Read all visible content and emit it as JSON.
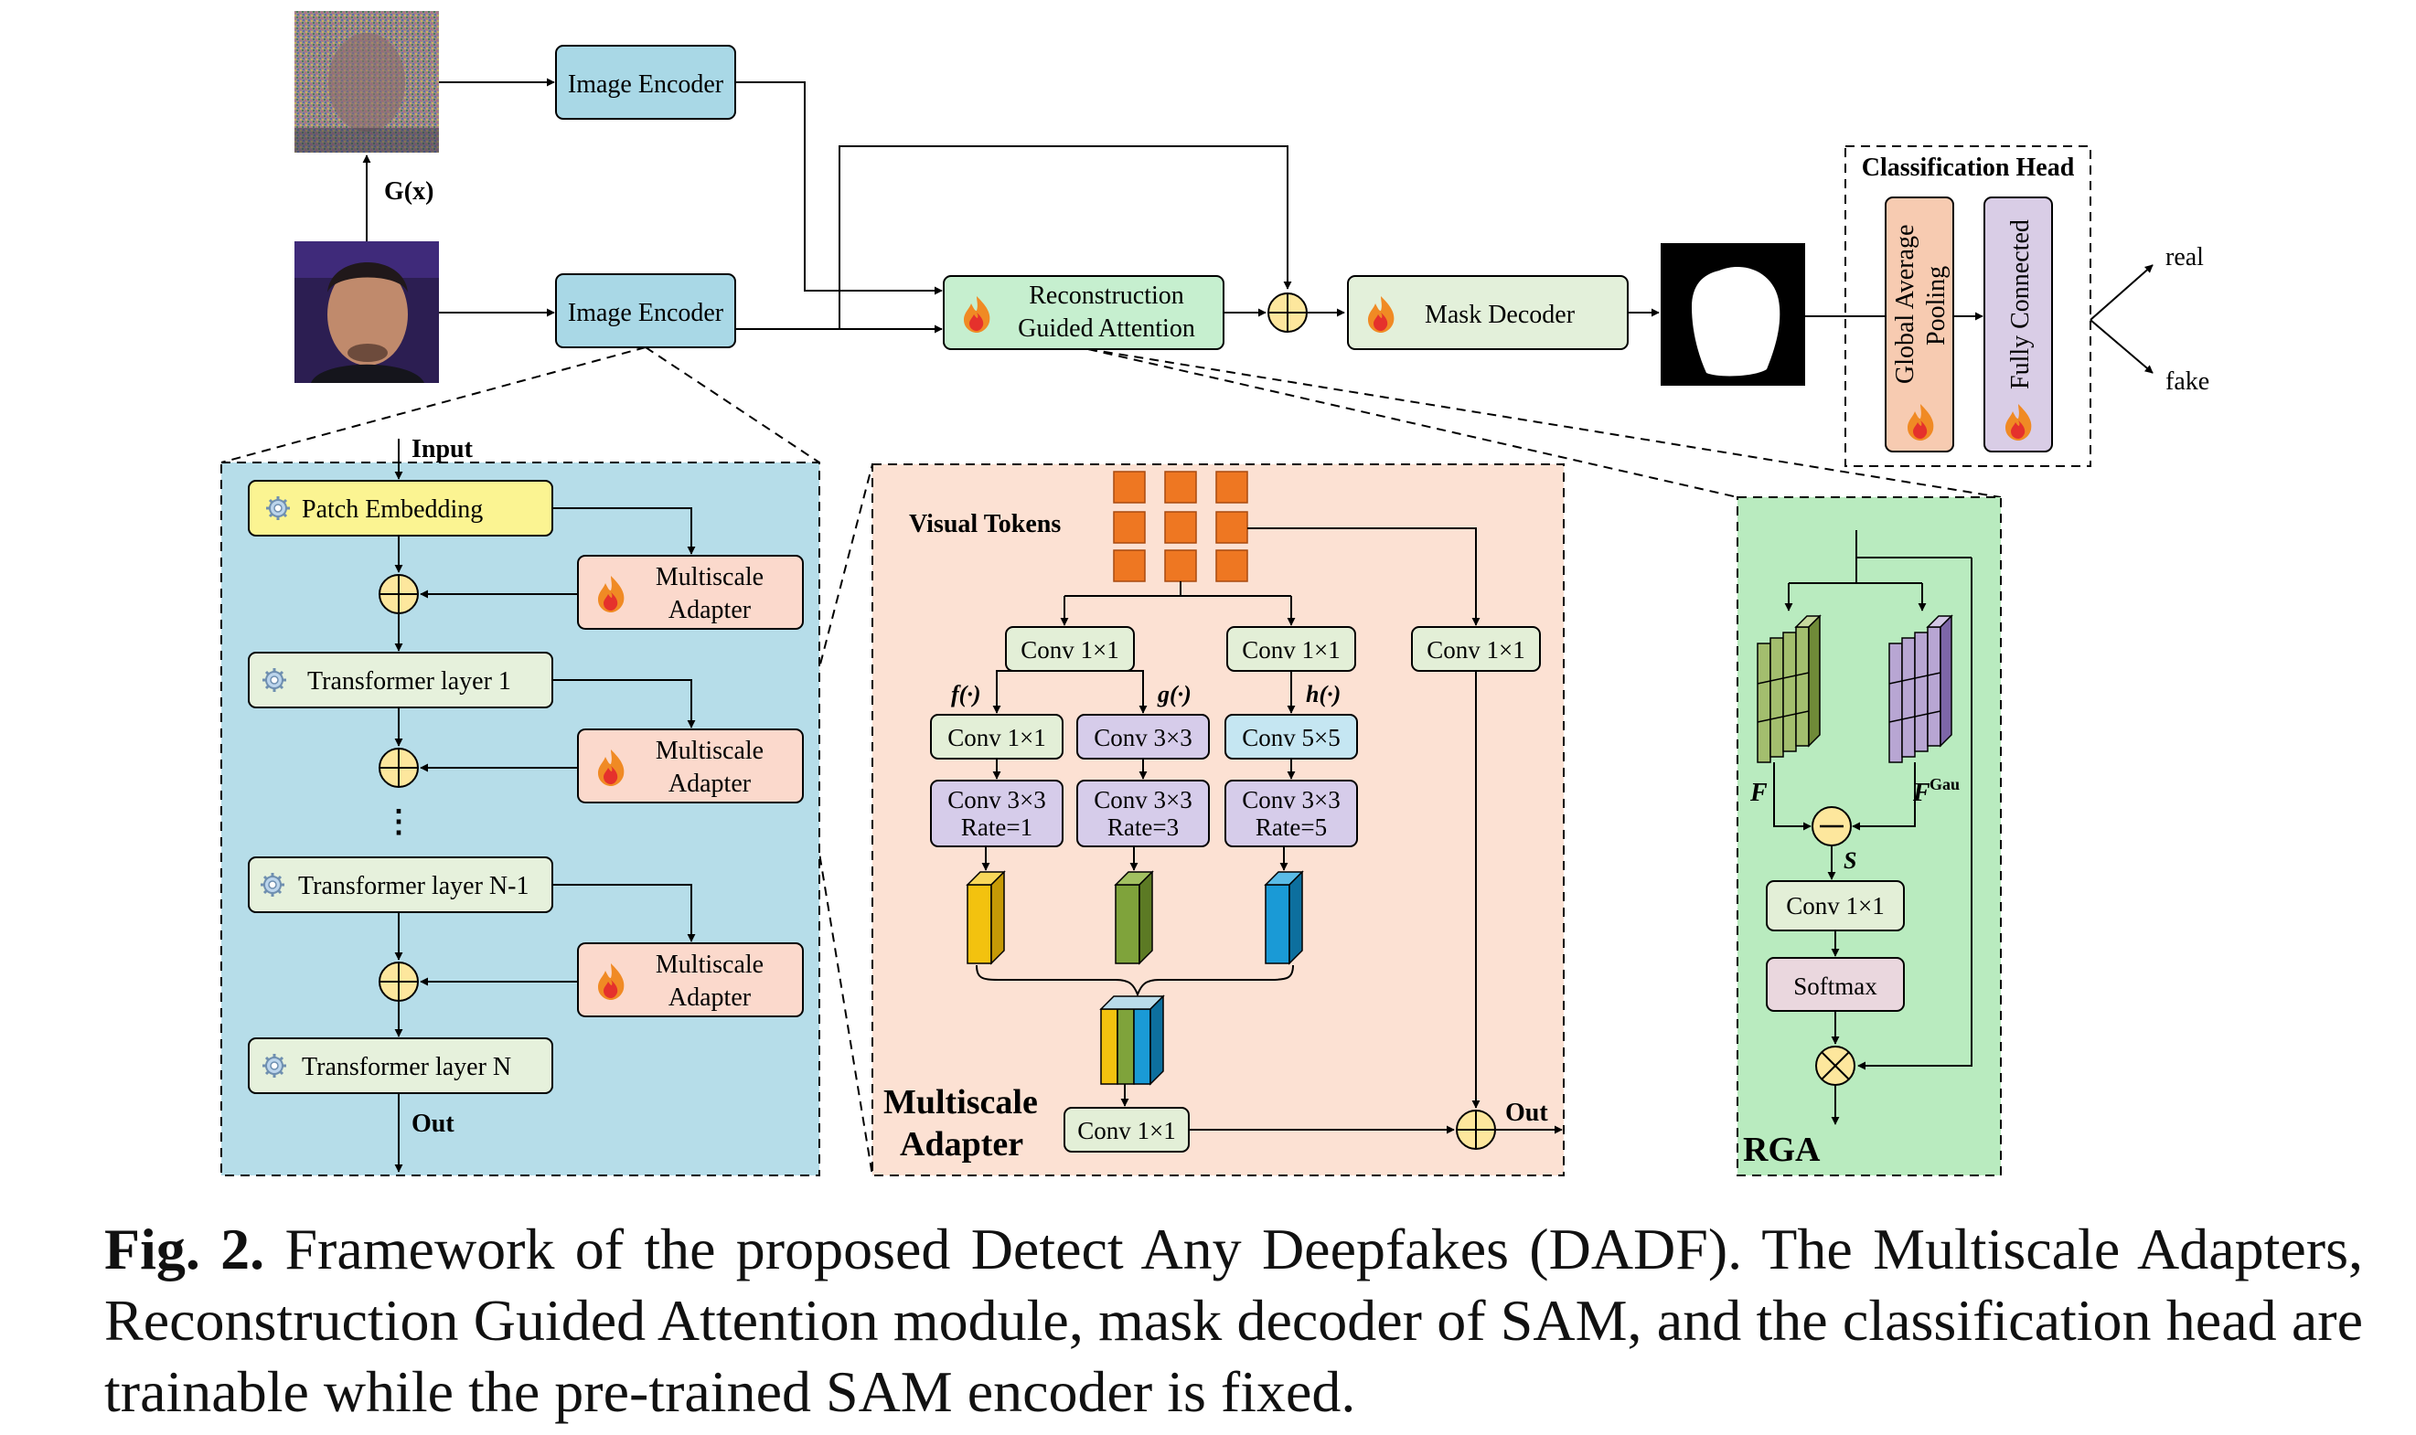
{
  "top": {
    "image_encoder_top": "Image Encoder",
    "image_encoder_bottom": "Image Encoder",
    "gx_label": "G(x)",
    "rga_line1": "Reconstruction",
    "rga_line2": "Guided Attention",
    "mask_decoder": "Mask Decoder",
    "classification_head": {
      "title": "Classification Head",
      "gap_line1": "Global Average",
      "gap_line2": "Pooling",
      "fc": "Fully Connected"
    },
    "out_real": "real",
    "out_fake": "fake"
  },
  "encoder_panel": {
    "input": "Input",
    "patch_embedding": "Patch Embedding",
    "adapter_line1": "Multiscale",
    "adapter_line2": "Adapter",
    "layer1": "Transformer layer 1",
    "ellipsis": "⋮",
    "layerN1": "Transformer layer N-1",
    "layerN": "Transformer layer N",
    "out": "Out"
  },
  "adapter_panel": {
    "visual_tokens": "Visual Tokens",
    "conv1x1": "Conv 1×1",
    "conv3x3": "Conv 3×3",
    "conv5x5": "Conv 5×5",
    "f": "f(·)",
    "g": "g(·)",
    "h": "h(·)",
    "dil1_a": "Conv 3×3",
    "dil1_b": "Rate=1",
    "dil3_a": "Conv 3×3",
    "dil3_b": "Rate=3",
    "dil5_a": "Conv 3×3",
    "dil5_b": "Rate=5",
    "title1": "Multiscale",
    "title2": "Adapter",
    "out": "Out"
  },
  "rga_panel": {
    "F": "F",
    "Fgau": "F",
    "Fgau_sup": "Gau",
    "S": "S",
    "conv": "Conv 1×1",
    "softmax": "Softmax",
    "title": "RGA"
  },
  "caption": {
    "label": "Fig. 2.",
    "text": "Framework of the proposed Detect Any Deepfakes (DADF). The Multiscale Adapters, Reconstruction Guided Attention module, mask decoder of SAM, and the classification head are trainable while the pre-trained SAM encoder is fixed."
  },
  "colors": {
    "encoder_box": "#a9d8e6",
    "encoder_panel": "#b6dde9",
    "rga_box": "#c6efcf",
    "rga_panel": "#b9ebbf",
    "mask_decoder": "#e3f0da",
    "adapter_box": "#fbd9cc",
    "adapter_panel": "#fce1d3",
    "patch_embedding": "#fbf492",
    "transformer": "#e6f1dc",
    "gap": "#f7cbb1",
    "fc": "#d9cde6",
    "conv_green": "#e3efd7",
    "conv_purple": "#d6ccea",
    "conv_blue": "#c5e6f2",
    "softmax": "#ead7de",
    "sum_node": "#fde79d",
    "token": "#ee7722"
  },
  "icons": [
    "flame-icon",
    "gear-icon",
    "plus-node-icon",
    "minus-node-icon",
    "times-node-icon",
    "feature-cube-icon"
  ]
}
